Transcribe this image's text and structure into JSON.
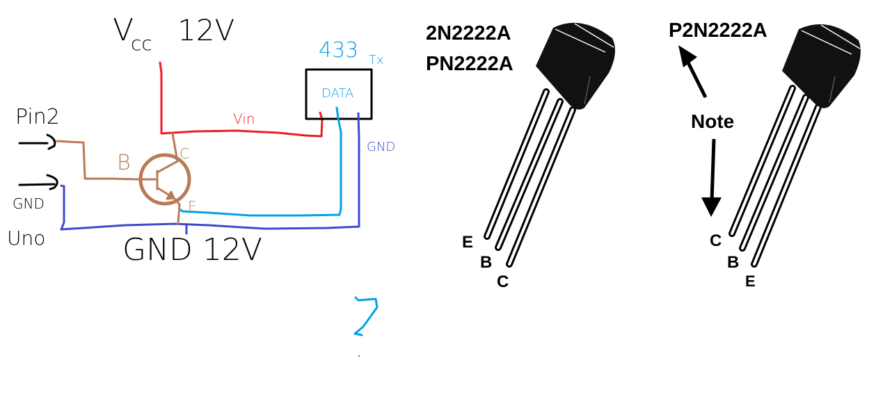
{
  "schematic": {
    "labels": {
      "vcc": "Vcc 12V",
      "vcc_main": "V",
      "vcc_sub": "cc",
      "vcc_value": "12V",
      "module_number": "433",
      "module_suffix": "Tx",
      "module_pin": "DATA",
      "vin": "Vin",
      "gnd_wire": "GND",
      "pin2": "Pin2",
      "gnd_input": "GND",
      "uno": "Uno",
      "base": "B",
      "collector": "C",
      "emitter": "E",
      "gnd_12v": "GND 12V"
    },
    "wire_colors": {
      "vcc": "#ed1c24",
      "base": "#b97a57",
      "data": "#00a2e8",
      "ground": "#3f48cc",
      "ink": "#000000"
    }
  },
  "pinouts": [
    {
      "part_lines": [
        "2N2222A",
        "PN2222A"
      ],
      "pins": [
        "E",
        "B",
        "C"
      ]
    },
    {
      "part_lines": [
        "P2N2222A"
      ],
      "note": "Note",
      "pins": [
        "C",
        "B",
        "E"
      ]
    }
  ]
}
